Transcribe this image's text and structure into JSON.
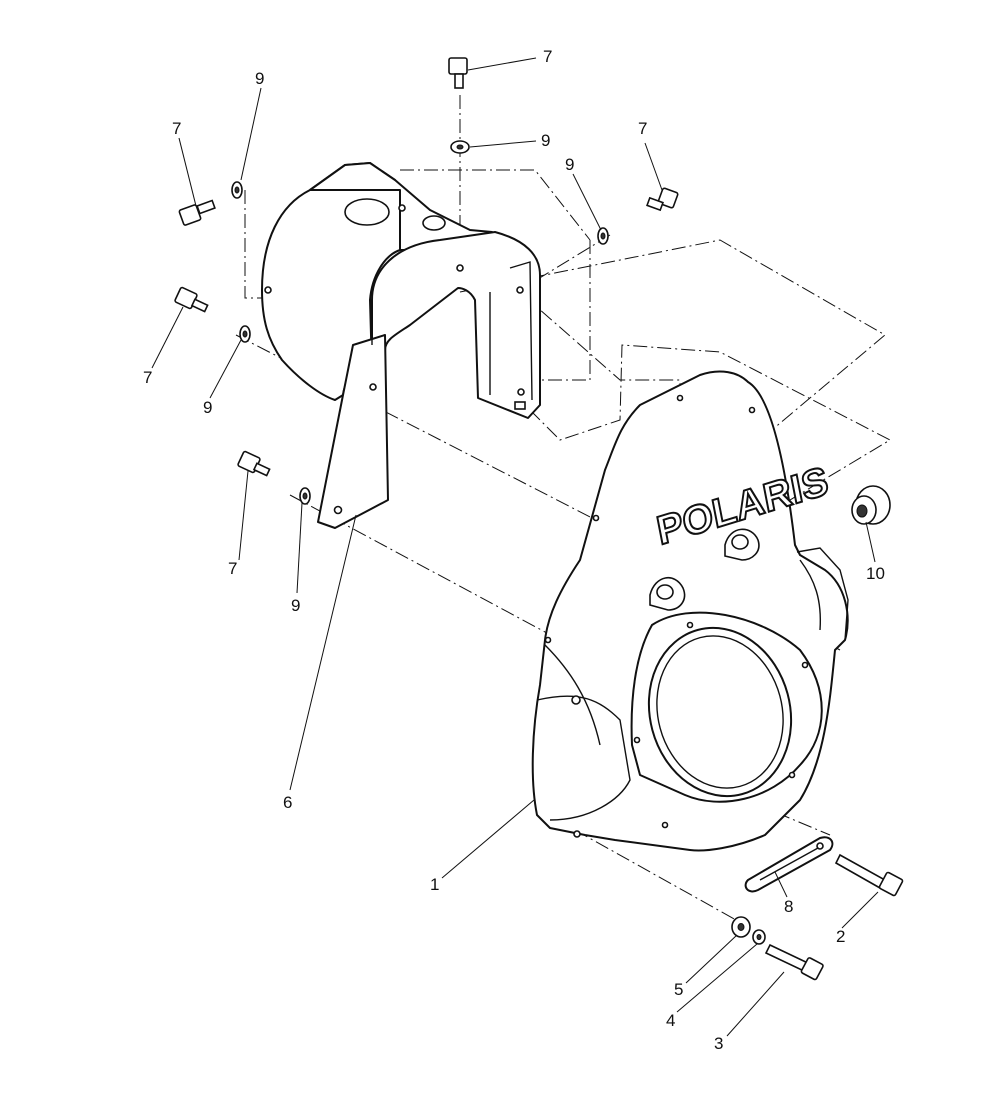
{
  "brand_text": "POLARIS",
  "callouts": [
    {
      "id": "c7a",
      "text": "7"
    },
    {
      "id": "c9a",
      "text": "9"
    },
    {
      "id": "c9b",
      "text": "9"
    },
    {
      "id": "c7b",
      "text": "7"
    },
    {
      "id": "c9c",
      "text": "9"
    },
    {
      "id": "c7c",
      "text": "7"
    },
    {
      "id": "c7d",
      "text": "7"
    },
    {
      "id": "c9d",
      "text": "9"
    },
    {
      "id": "c7e",
      "text": "7"
    },
    {
      "id": "c9e",
      "text": "9"
    },
    {
      "id": "c10",
      "text": "10"
    },
    {
      "id": "c6",
      "text": "6"
    },
    {
      "id": "c1",
      "text": "1"
    },
    {
      "id": "c8",
      "text": "8"
    },
    {
      "id": "c2",
      "text": "2"
    },
    {
      "id": "c5",
      "text": "5"
    },
    {
      "id": "c4",
      "text": "4"
    },
    {
      "id": "c3",
      "text": "3"
    }
  ]
}
